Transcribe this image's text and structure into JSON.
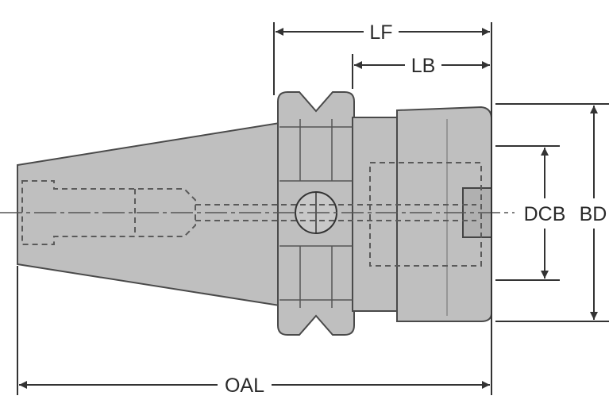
{
  "diagram": {
    "dimensions": {
      "lf": "LF",
      "lb": "LB",
      "oal": "OAL",
      "dcb": "DCB",
      "bd": "BD"
    },
    "colors": {
      "body_fill": "#bfbfbf",
      "body_stroke": "#4a4a4a",
      "dim_line": "#333333",
      "hidden_line": "#5a5a5a",
      "centerline": "#555555"
    }
  }
}
